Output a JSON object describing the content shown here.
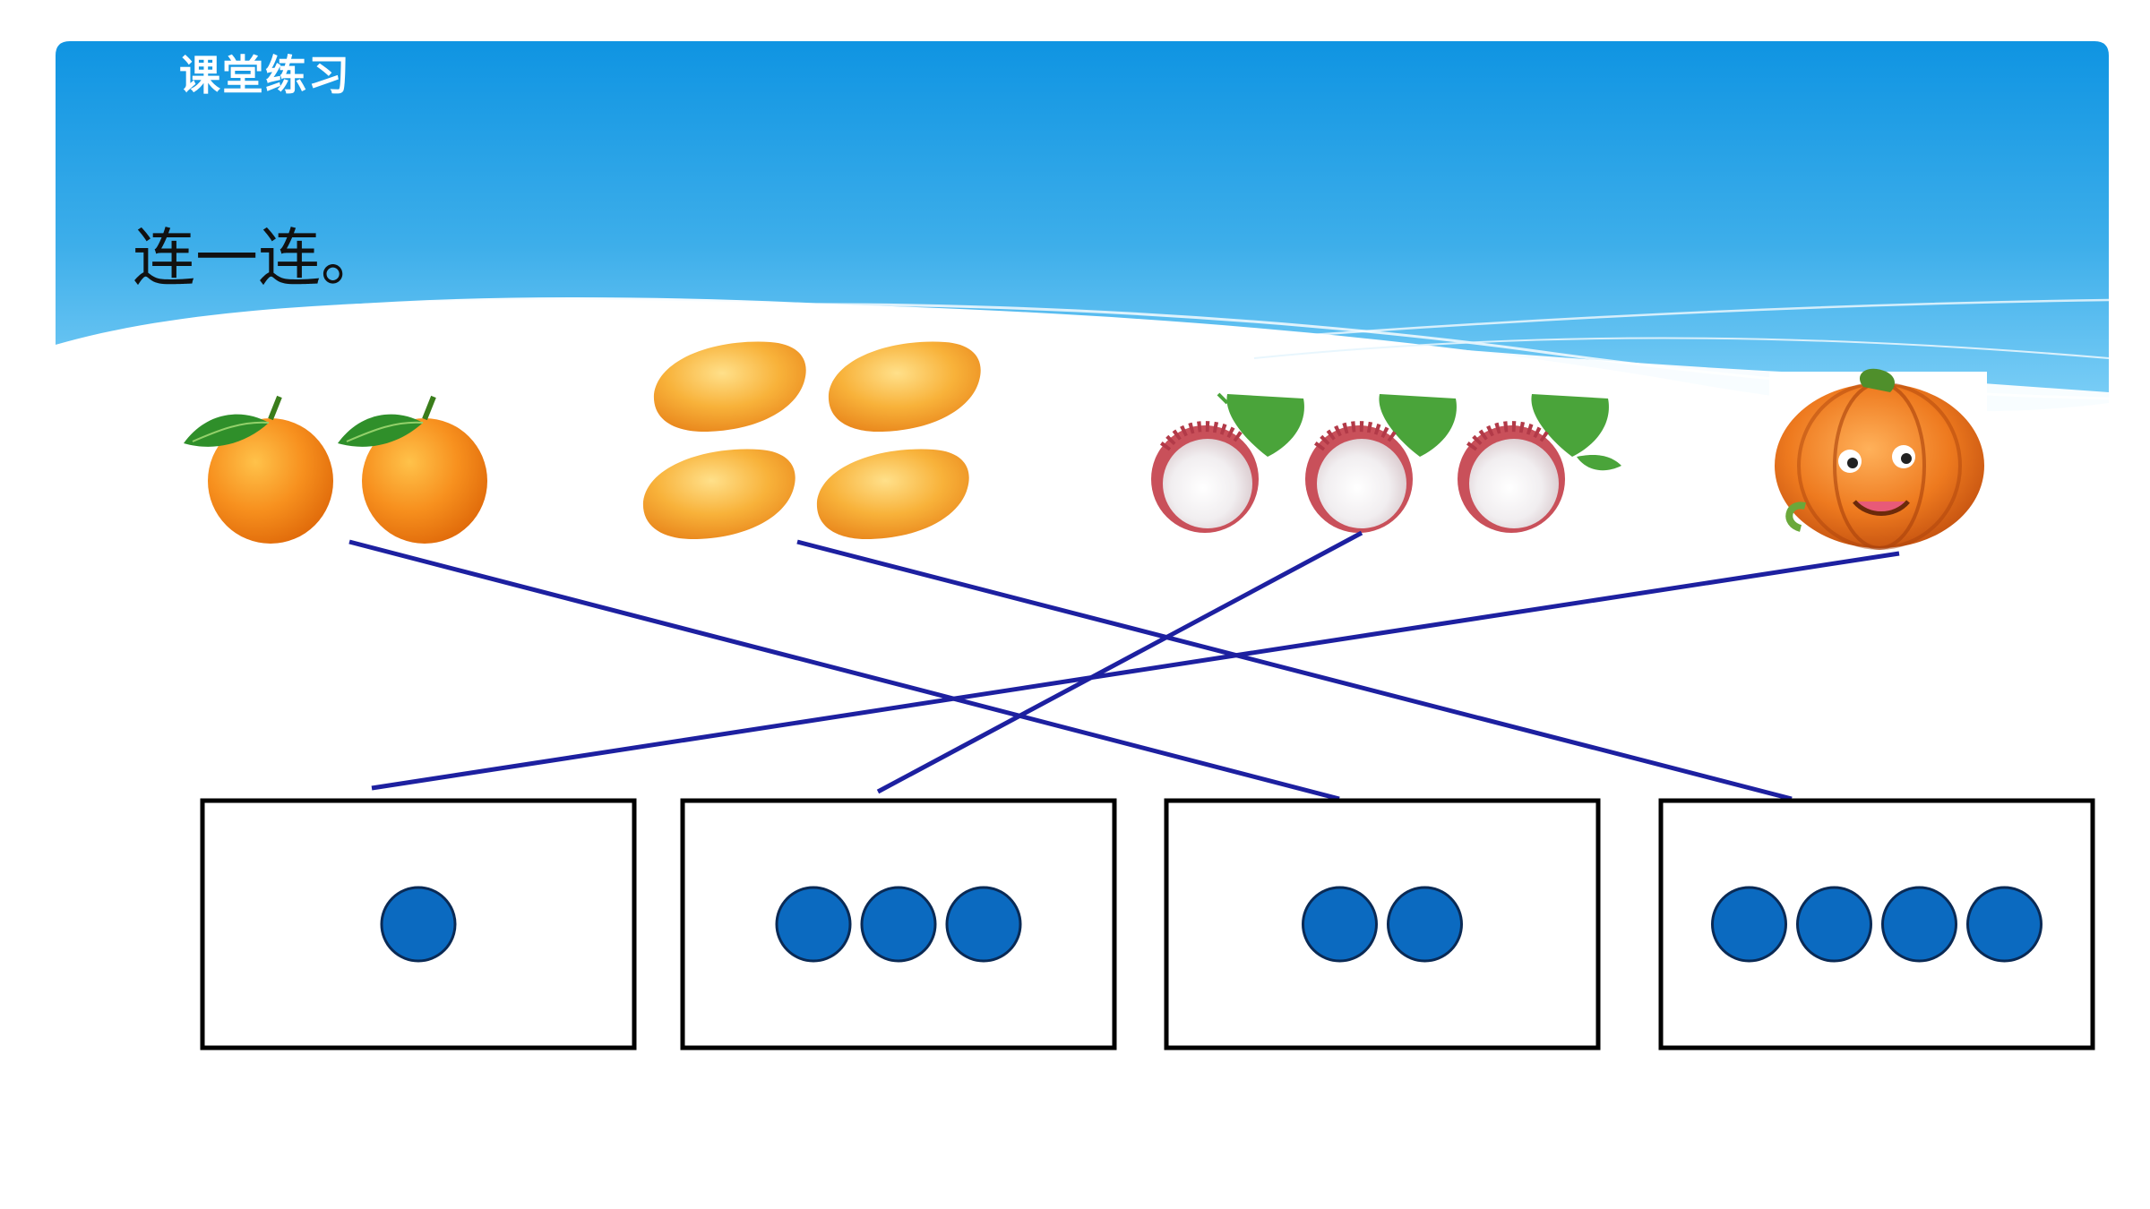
{
  "slide": {
    "heading": "课堂练习",
    "instruction": "连一连。"
  },
  "colors": {
    "banner_top": "#0f94e2",
    "banner_bottom": "#63c2f5",
    "line": "#1d20a0",
    "dot": "#0b6ac0",
    "orange": "#f7901e",
    "mango": "#f5a623",
    "lychee": "#f3d6d8",
    "pumpkin": "#e8731d"
  },
  "fruit_groups": [
    {
      "name": "oranges",
      "icon": "orange-icon",
      "count": 2
    },
    {
      "name": "mangoes",
      "icon": "mango-icon",
      "count": 4
    },
    {
      "name": "lychees",
      "icon": "lychee-icon",
      "count": 3
    },
    {
      "name": "pumpkin",
      "icon": "pumpkin-icon",
      "count": 1
    }
  ],
  "dot_boxes": [
    {
      "dots": 1
    },
    {
      "dots": 3
    },
    {
      "dots": 2
    },
    {
      "dots": 4
    }
  ],
  "connections": [
    {
      "from": "oranges",
      "to_box_dots": 2
    },
    {
      "from": "mangoes",
      "to_box_dots": 4
    },
    {
      "from": "lychees",
      "to_box_dots": 3
    },
    {
      "from": "pumpkin",
      "to_box_dots": 1
    }
  ]
}
